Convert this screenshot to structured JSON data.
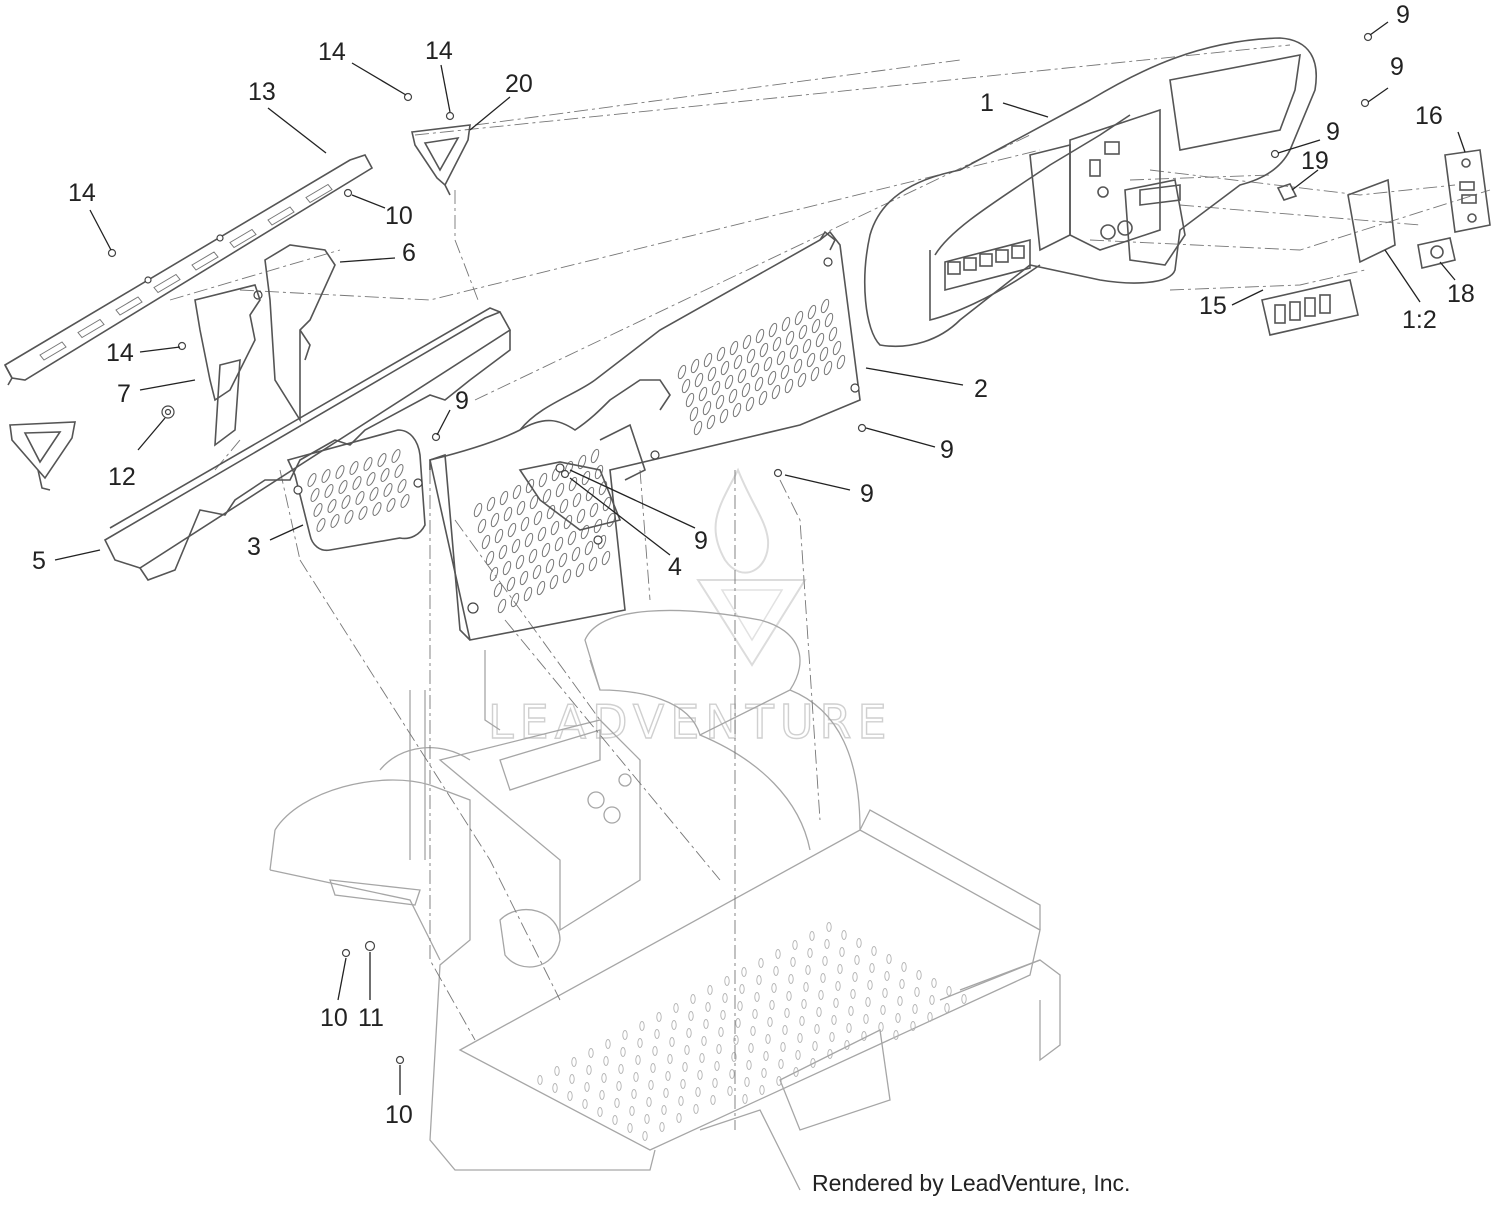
{
  "diagram": {
    "callouts": [
      {
        "id": "c-1",
        "label": "1"
      },
      {
        "id": "c-2",
        "label": "2"
      },
      {
        "id": "c-3",
        "label": "3"
      },
      {
        "id": "c-4",
        "label": "4"
      },
      {
        "id": "c-5",
        "label": "5"
      },
      {
        "id": "c-6",
        "label": "6"
      },
      {
        "id": "c-7",
        "label": "7"
      },
      {
        "id": "c-9a",
        "label": "9"
      },
      {
        "id": "c-9b",
        "label": "9"
      },
      {
        "id": "c-9c",
        "label": "9"
      },
      {
        "id": "c-9d",
        "label": "9"
      },
      {
        "id": "c-9e",
        "label": "9"
      },
      {
        "id": "c-9f",
        "label": "9"
      },
      {
        "id": "c-9g",
        "label": "9"
      },
      {
        "id": "c-10a",
        "label": "10"
      },
      {
        "id": "c-10b",
        "label": "10"
      },
      {
        "id": "c-10c",
        "label": "10"
      },
      {
        "id": "c-11",
        "label": "11"
      },
      {
        "id": "c-12",
        "label": "12"
      },
      {
        "id": "c-13",
        "label": "13"
      },
      {
        "id": "c-14a",
        "label": "14"
      },
      {
        "id": "c-14b",
        "label": "14"
      },
      {
        "id": "c-14c",
        "label": "14"
      },
      {
        "id": "c-14d",
        "label": "14"
      },
      {
        "id": "c-15",
        "label": "15"
      },
      {
        "id": "c-16",
        "label": "16"
      },
      {
        "id": "c-18",
        "label": "18"
      },
      {
        "id": "c-19",
        "label": "19"
      },
      {
        "id": "c-20",
        "label": "20"
      },
      {
        "id": "c-1-2",
        "label": "1:2"
      }
    ],
    "watermark": "LEADVENTURE",
    "credit": "Rendered by LeadVenture, Inc."
  }
}
